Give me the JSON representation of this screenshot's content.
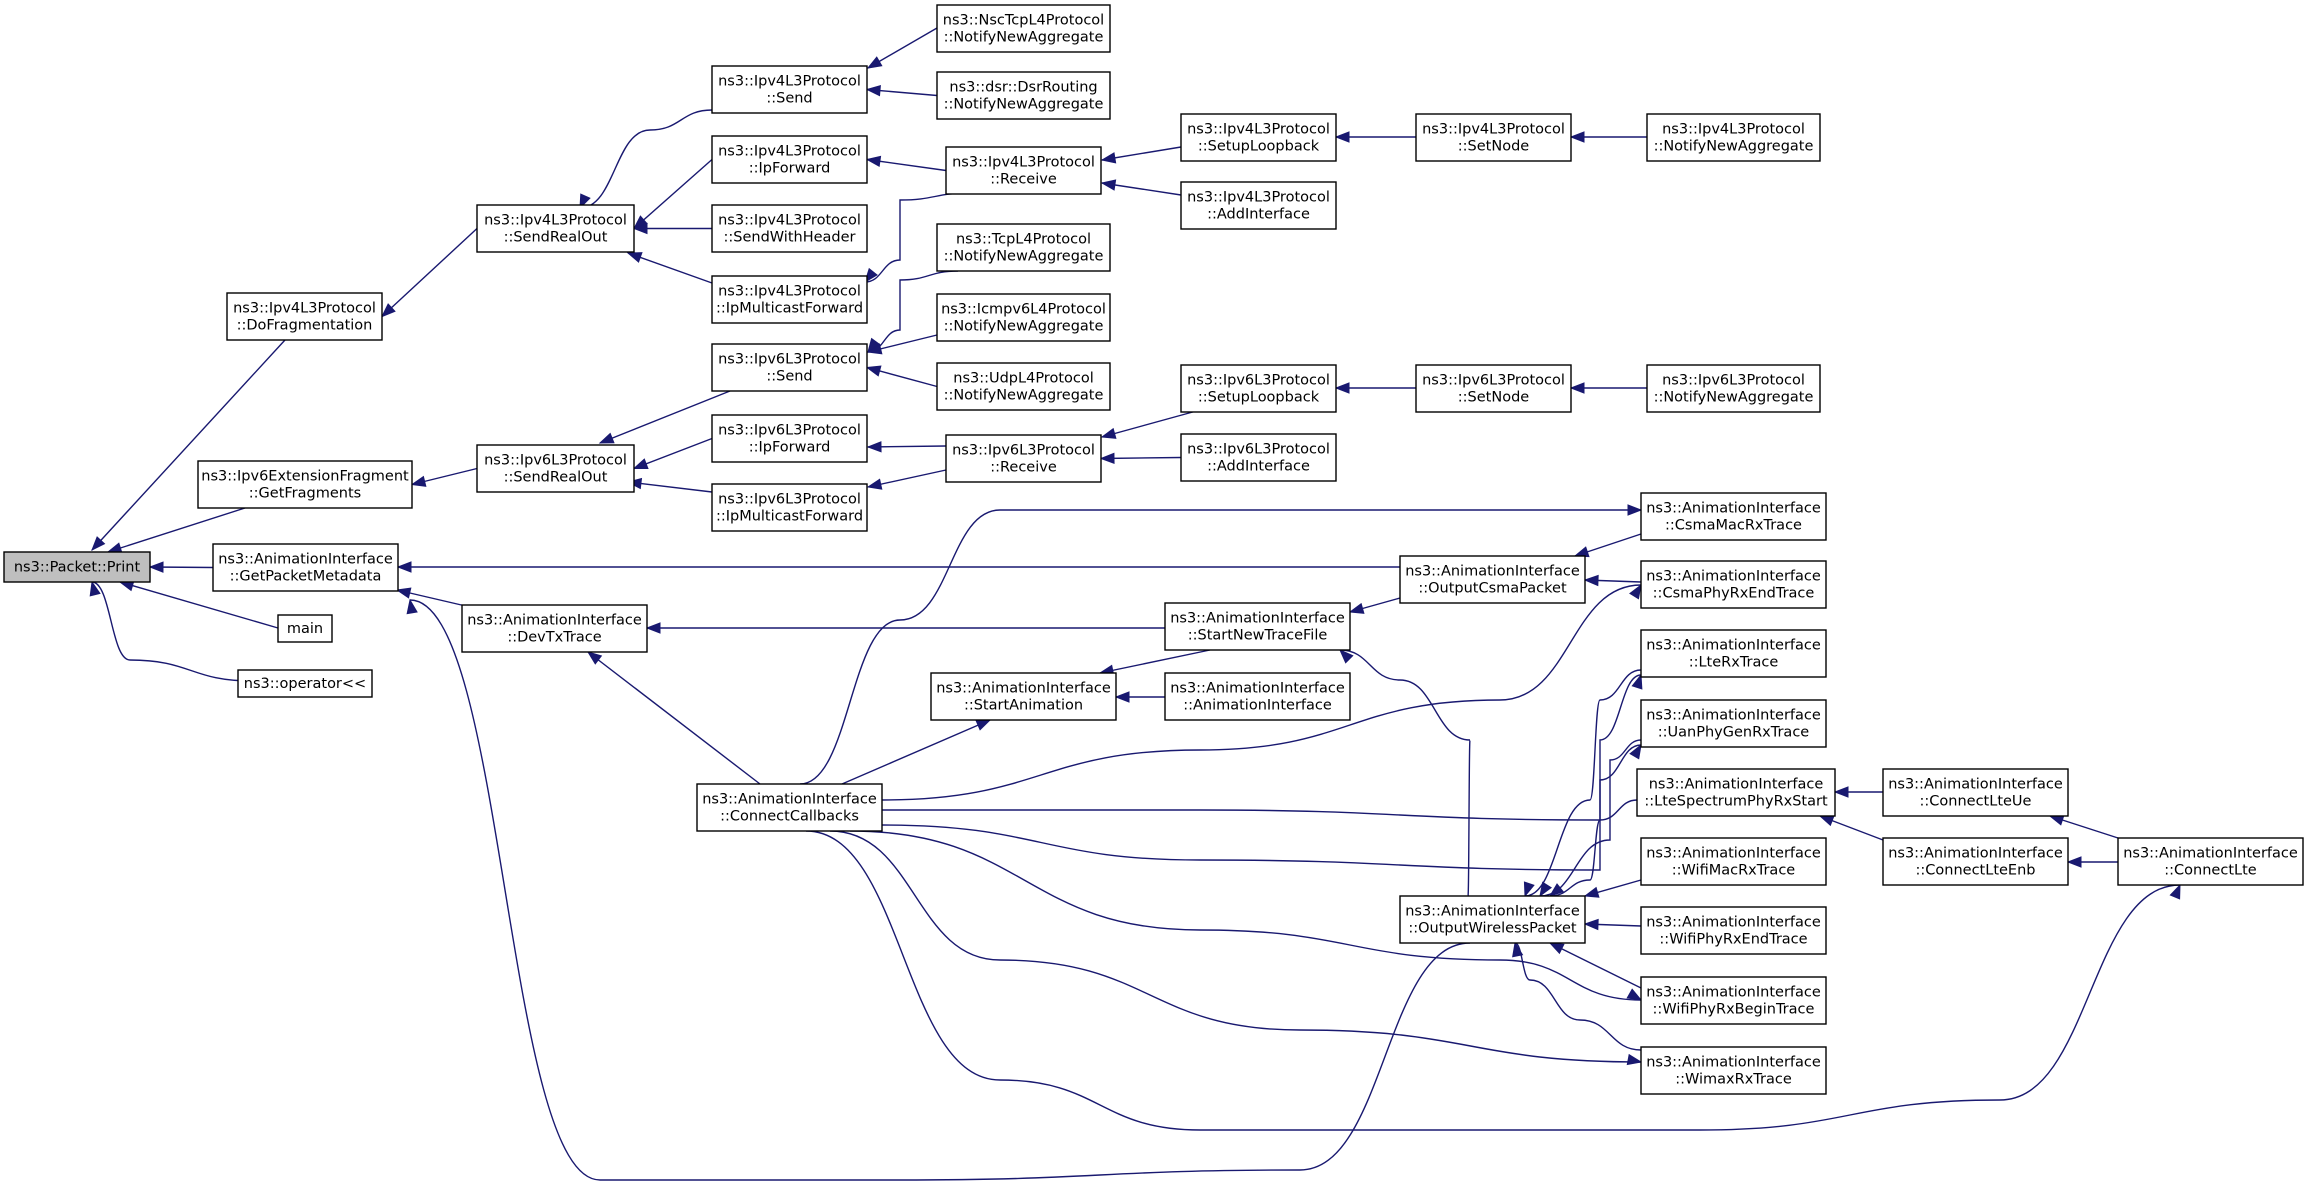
{
  "graph": {
    "kind": "call-graph",
    "root": "print",
    "nodes": [
      {
        "id": "print",
        "lines": [
          "ns3::Packet::Print"
        ]
      },
      {
        "id": "dofrag",
        "lines": [
          "ns3::Ipv4L3Protocol",
          "::DoFragmentation"
        ]
      },
      {
        "id": "getfrag",
        "lines": [
          "ns3::Ipv6ExtensionFragment",
          "::GetFragments"
        ]
      },
      {
        "id": "getmeta",
        "lines": [
          "ns3::AnimationInterface",
          "::GetPacketMetadata"
        ]
      },
      {
        "id": "main",
        "lines": [
          "main"
        ]
      },
      {
        "id": "oper",
        "lines": [
          "ns3::operator<<"
        ]
      },
      {
        "id": "v4sro",
        "lines": [
          "ns3::Ipv4L3Protocol",
          "::SendRealOut"
        ]
      },
      {
        "id": "v6sro",
        "lines": [
          "ns3::Ipv6L3Protocol",
          "::SendRealOut"
        ]
      },
      {
        "id": "devtx",
        "lines": [
          "ns3::AnimationInterface",
          "::DevTxTrace"
        ]
      },
      {
        "id": "v4send",
        "lines": [
          "ns3::Ipv4L3Protocol",
          "::Send"
        ]
      },
      {
        "id": "v4ipf",
        "lines": [
          "ns3::Ipv4L3Protocol",
          "::IpForward"
        ]
      },
      {
        "id": "v4swh",
        "lines": [
          "ns3::Ipv4L3Protocol",
          "::SendWithHeader"
        ]
      },
      {
        "id": "v4mcf",
        "lines": [
          "ns3::Ipv4L3Protocol",
          "::IpMulticastForward"
        ]
      },
      {
        "id": "v6send",
        "lines": [
          "ns3::Ipv6L3Protocol",
          "::Send"
        ]
      },
      {
        "id": "v6ipf",
        "lines": [
          "ns3::Ipv6L3Protocol",
          "::IpForward"
        ]
      },
      {
        "id": "v6mcf",
        "lines": [
          "ns3::Ipv6L3Protocol",
          "::IpMulticastForward"
        ]
      },
      {
        "id": "conncb",
        "lines": [
          "ns3::AnimationInterface",
          "::ConnectCallbacks"
        ]
      },
      {
        "id": "nsctcp",
        "lines": [
          "ns3::NscTcpL4Protocol",
          "::NotifyNewAggregate"
        ]
      },
      {
        "id": "dsr",
        "lines": [
          "ns3::dsr::DsrRouting",
          "::NotifyNewAggregate"
        ]
      },
      {
        "id": "v4recv",
        "lines": [
          "ns3::Ipv4L3Protocol",
          "::Receive"
        ]
      },
      {
        "id": "tcpl4",
        "lines": [
          "ns3::TcpL4Protocol",
          "::NotifyNewAggregate"
        ]
      },
      {
        "id": "icmpv6",
        "lines": [
          "ns3::Icmpv6L4Protocol",
          "::NotifyNewAggregate"
        ]
      },
      {
        "id": "udpl4",
        "lines": [
          "ns3::UdpL4Protocol",
          "::NotifyNewAggregate"
        ]
      },
      {
        "id": "v6recv",
        "lines": [
          "ns3::Ipv6L3Protocol",
          "::Receive"
        ]
      },
      {
        "id": "startanim",
        "lines": [
          "ns3::AnimationInterface",
          "::StartAnimation"
        ]
      },
      {
        "id": "v4loop",
        "lines": [
          "ns3::Ipv4L3Protocol",
          "::SetupLoopback"
        ]
      },
      {
        "id": "v4addif",
        "lines": [
          "ns3::Ipv4L3Protocol",
          "::AddInterface"
        ]
      },
      {
        "id": "v6loop",
        "lines": [
          "ns3::Ipv6L3Protocol",
          "::SetupLoopback"
        ]
      },
      {
        "id": "v6addif",
        "lines": [
          "ns3::Ipv6L3Protocol",
          "::AddInterface"
        ]
      },
      {
        "id": "snt",
        "lines": [
          "ns3::AnimationInterface",
          "::StartNewTraceFile"
        ]
      },
      {
        "id": "aictor",
        "lines": [
          "ns3::AnimationInterface",
          "::AnimationInterface"
        ]
      },
      {
        "id": "v4setnode",
        "lines": [
          "ns3::Ipv4L3Protocol",
          "::SetNode"
        ]
      },
      {
        "id": "v6setnode",
        "lines": [
          "ns3::Ipv6L3Protocol",
          "::SetNode"
        ]
      },
      {
        "id": "ocsma",
        "lines": [
          "ns3::AnimationInterface",
          "::OutputCsmaPacket"
        ]
      },
      {
        "id": "owless",
        "lines": [
          "ns3::AnimationInterface",
          "::OutputWirelessPacket"
        ]
      },
      {
        "id": "v4nna",
        "lines": [
          "ns3::Ipv4L3Protocol",
          "::NotifyNewAggregate"
        ]
      },
      {
        "id": "v6nna",
        "lines": [
          "ns3::Ipv6L3Protocol",
          "::NotifyNewAggregate"
        ]
      },
      {
        "id": "csmamac",
        "lines": [
          "ns3::AnimationInterface",
          "::CsmaMacRxTrace"
        ]
      },
      {
        "id": "csmaphy",
        "lines": [
          "ns3::AnimationInterface",
          "::CsmaPhyRxEndTrace"
        ]
      },
      {
        "id": "lterx",
        "lines": [
          "ns3::AnimationInterface",
          "::LteRxTrace"
        ]
      },
      {
        "id": "uanphy",
        "lines": [
          "ns3::AnimationInterface",
          "::UanPhyGenRxTrace"
        ]
      },
      {
        "id": "ltespec",
        "lines": [
          "ns3::AnimationInterface",
          "::LteSpectrumPhyRxStart"
        ]
      },
      {
        "id": "wifimac",
        "lines": [
          "ns3::AnimationInterface",
          "::WifiMacRxTrace"
        ]
      },
      {
        "id": "wifiend",
        "lines": [
          "ns3::AnimationInterface",
          "::WifiPhyRxEndTrace"
        ]
      },
      {
        "id": "wifibegin",
        "lines": [
          "ns3::AnimationInterface",
          "::WifiPhyRxBeginTrace"
        ]
      },
      {
        "id": "wimax",
        "lines": [
          "ns3::AnimationInterface",
          "::WimaxRxTrace"
        ]
      },
      {
        "id": "connlteue",
        "lines": [
          "ns3::AnimationInterface",
          "::ConnectLteUe"
        ]
      },
      {
        "id": "connlteenb",
        "lines": [
          "ns3::AnimationInterface",
          "::ConnectLteEnb"
        ]
      },
      {
        "id": "connlte",
        "lines": [
          "ns3::AnimationInterface",
          "::ConnectLte"
        ]
      }
    ],
    "edges": [
      {
        "from": "dofrag",
        "to": "print"
      },
      {
        "from": "getfrag",
        "to": "print"
      },
      {
        "from": "getmeta",
        "to": "print"
      },
      {
        "from": "main",
        "to": "print"
      },
      {
        "from": "oper",
        "to": "print"
      },
      {
        "from": "v4sro",
        "to": "dofrag"
      },
      {
        "from": "v6sro",
        "to": "getfrag"
      },
      {
        "from": "devtx",
        "to": "getmeta"
      },
      {
        "from": "ocsma",
        "to": "getmeta"
      },
      {
        "from": "owless",
        "to": "getmeta"
      },
      {
        "from": "v4send",
        "to": "v4sro"
      },
      {
        "from": "v4ipf",
        "to": "v4sro"
      },
      {
        "from": "v4swh",
        "to": "v4sro"
      },
      {
        "from": "v4mcf",
        "to": "v4sro"
      },
      {
        "from": "v6send",
        "to": "v6sro"
      },
      {
        "from": "v6ipf",
        "to": "v6sro"
      },
      {
        "from": "v6mcf",
        "to": "v6sro"
      },
      {
        "from": "nsctcp",
        "to": "v4send"
      },
      {
        "from": "dsr",
        "to": "v4send"
      },
      {
        "from": "v4recv",
        "to": "v4ipf"
      },
      {
        "from": "v4recv",
        "to": "v4mcf"
      },
      {
        "from": "tcpl4",
        "to": "v6send"
      },
      {
        "from": "icmpv6",
        "to": "v6send"
      },
      {
        "from": "udpl4",
        "to": "v6send"
      },
      {
        "from": "v6recv",
        "to": "v6ipf"
      },
      {
        "from": "v6recv",
        "to": "v6mcf"
      },
      {
        "from": "v4loop",
        "to": "v4recv"
      },
      {
        "from": "v4addif",
        "to": "v4recv"
      },
      {
        "from": "v6loop",
        "to": "v6recv"
      },
      {
        "from": "v6addif",
        "to": "v6recv"
      },
      {
        "from": "v4setnode",
        "to": "v4loop"
      },
      {
        "from": "v6setnode",
        "to": "v6loop"
      },
      {
        "from": "v4nna",
        "to": "v4setnode"
      },
      {
        "from": "v6nna",
        "to": "v6setnode"
      },
      {
        "from": "conncb",
        "to": "devtx"
      },
      {
        "from": "snt",
        "to": "devtx"
      },
      {
        "from": "conncb",
        "to": "startanim"
      },
      {
        "from": "snt",
        "to": "startanim"
      },
      {
        "from": "aictor",
        "to": "startanim"
      },
      {
        "from": "ocsma",
        "to": "snt"
      },
      {
        "from": "owless",
        "to": "snt"
      },
      {
        "from": "csmamac",
        "to": "ocsma"
      },
      {
        "from": "csmaphy",
        "to": "ocsma"
      },
      {
        "from": "lterx",
        "to": "owless"
      },
      {
        "from": "uanphy",
        "to": "owless"
      },
      {
        "from": "ltespec",
        "to": "owless"
      },
      {
        "from": "wifimac",
        "to": "owless"
      },
      {
        "from": "wifiend",
        "to": "owless"
      },
      {
        "from": "wifibegin",
        "to": "owless"
      },
      {
        "from": "wimax",
        "to": "owless"
      },
      {
        "from": "conncb",
        "to": "csmamac"
      },
      {
        "from": "conncb",
        "to": "csmaphy"
      },
      {
        "from": "conncb",
        "to": "lterx"
      },
      {
        "from": "conncb",
        "to": "uanphy"
      },
      {
        "from": "conncb",
        "to": "wifibegin"
      },
      {
        "from": "conncb",
        "to": "wimax"
      },
      {
        "from": "conncb",
        "to": "connlte"
      },
      {
        "from": "connlteue",
        "to": "ltespec"
      },
      {
        "from": "connlteenb",
        "to": "ltespec"
      },
      {
        "from": "connlte",
        "to": "connlteue"
      },
      {
        "from": "connlte",
        "to": "connlteenb"
      }
    ]
  },
  "colors": {
    "edge": "#191970",
    "node_border": "#000000",
    "root_fill": "#bfbfbf",
    "node_fill": "#ffffff",
    "text": "#000000"
  }
}
